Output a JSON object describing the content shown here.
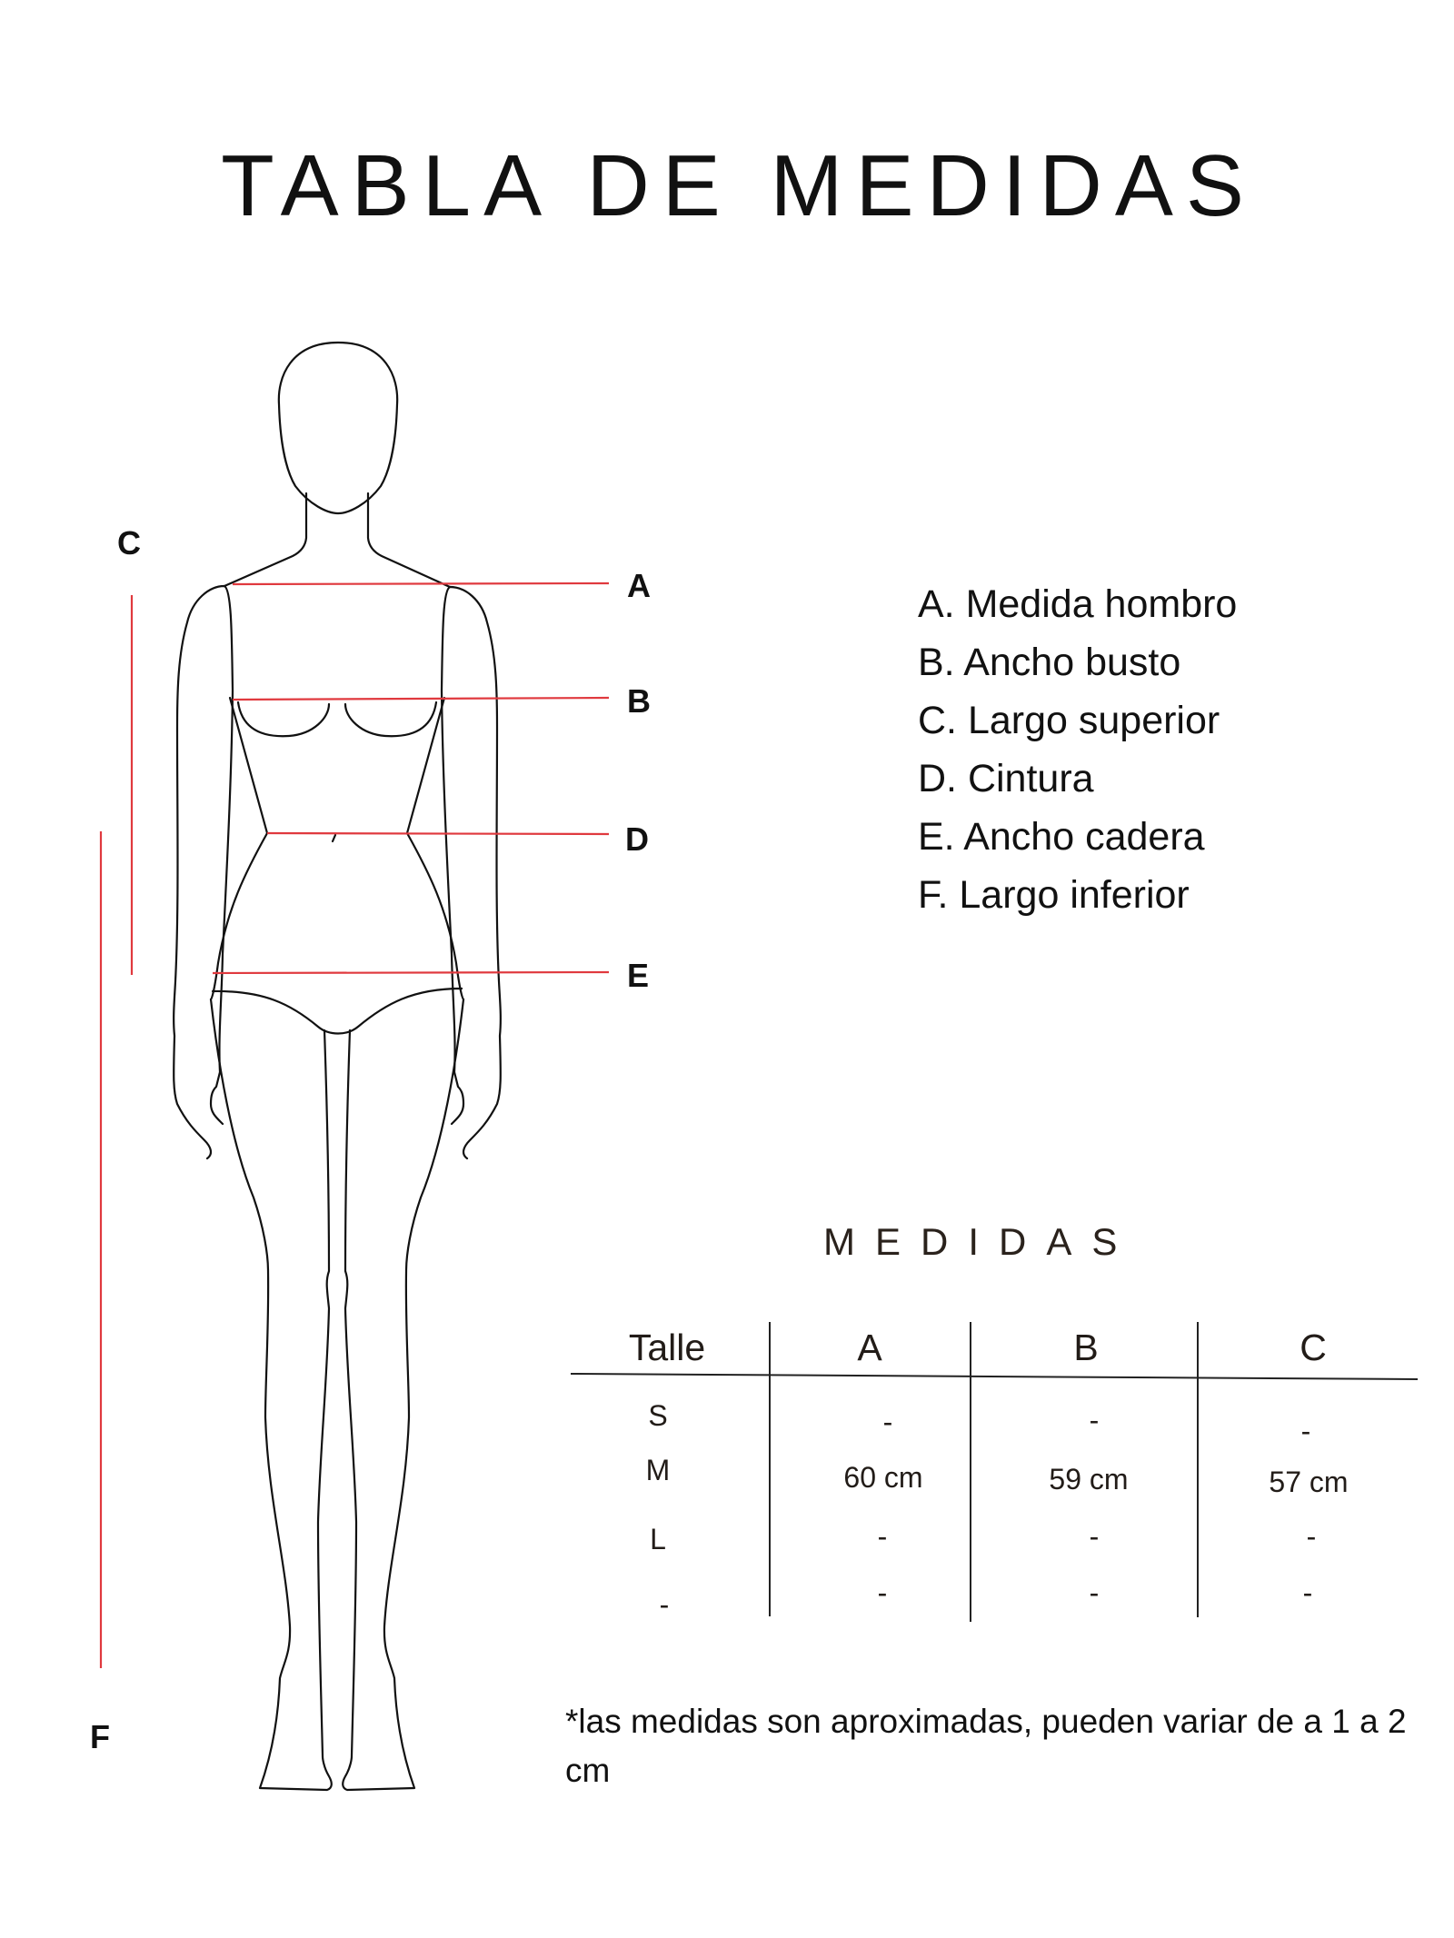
{
  "title": "TABLA DE MEDIDAS",
  "colors": {
    "measure_line": "#e0393e",
    "text": "#111111"
  },
  "figure_labels": {
    "A": "A",
    "B": "B",
    "C": "C",
    "D": "D",
    "E": "E",
    "F": "F"
  },
  "legend": [
    "A. Medida hombro",
    "B. Ancho busto",
    "C. Largo superior",
    "D. Cintura",
    "E. Ancho cadera",
    "F. Largo inferior"
  ],
  "table": {
    "title": "MEDIDAS",
    "headers": [
      "Talle",
      "A",
      "B",
      "C"
    ],
    "rows": [
      [
        "S",
        "-",
        "-",
        "-"
      ],
      [
        "M",
        "60 cm",
        "59 cm",
        "57 cm"
      ],
      [
        "L",
        "-",
        "-",
        "-"
      ],
      [
        "-",
        "-",
        "-",
        "-"
      ]
    ]
  },
  "footnote": "*las medidas son aproximadas, pueden variar de a 1 a 2 cm"
}
